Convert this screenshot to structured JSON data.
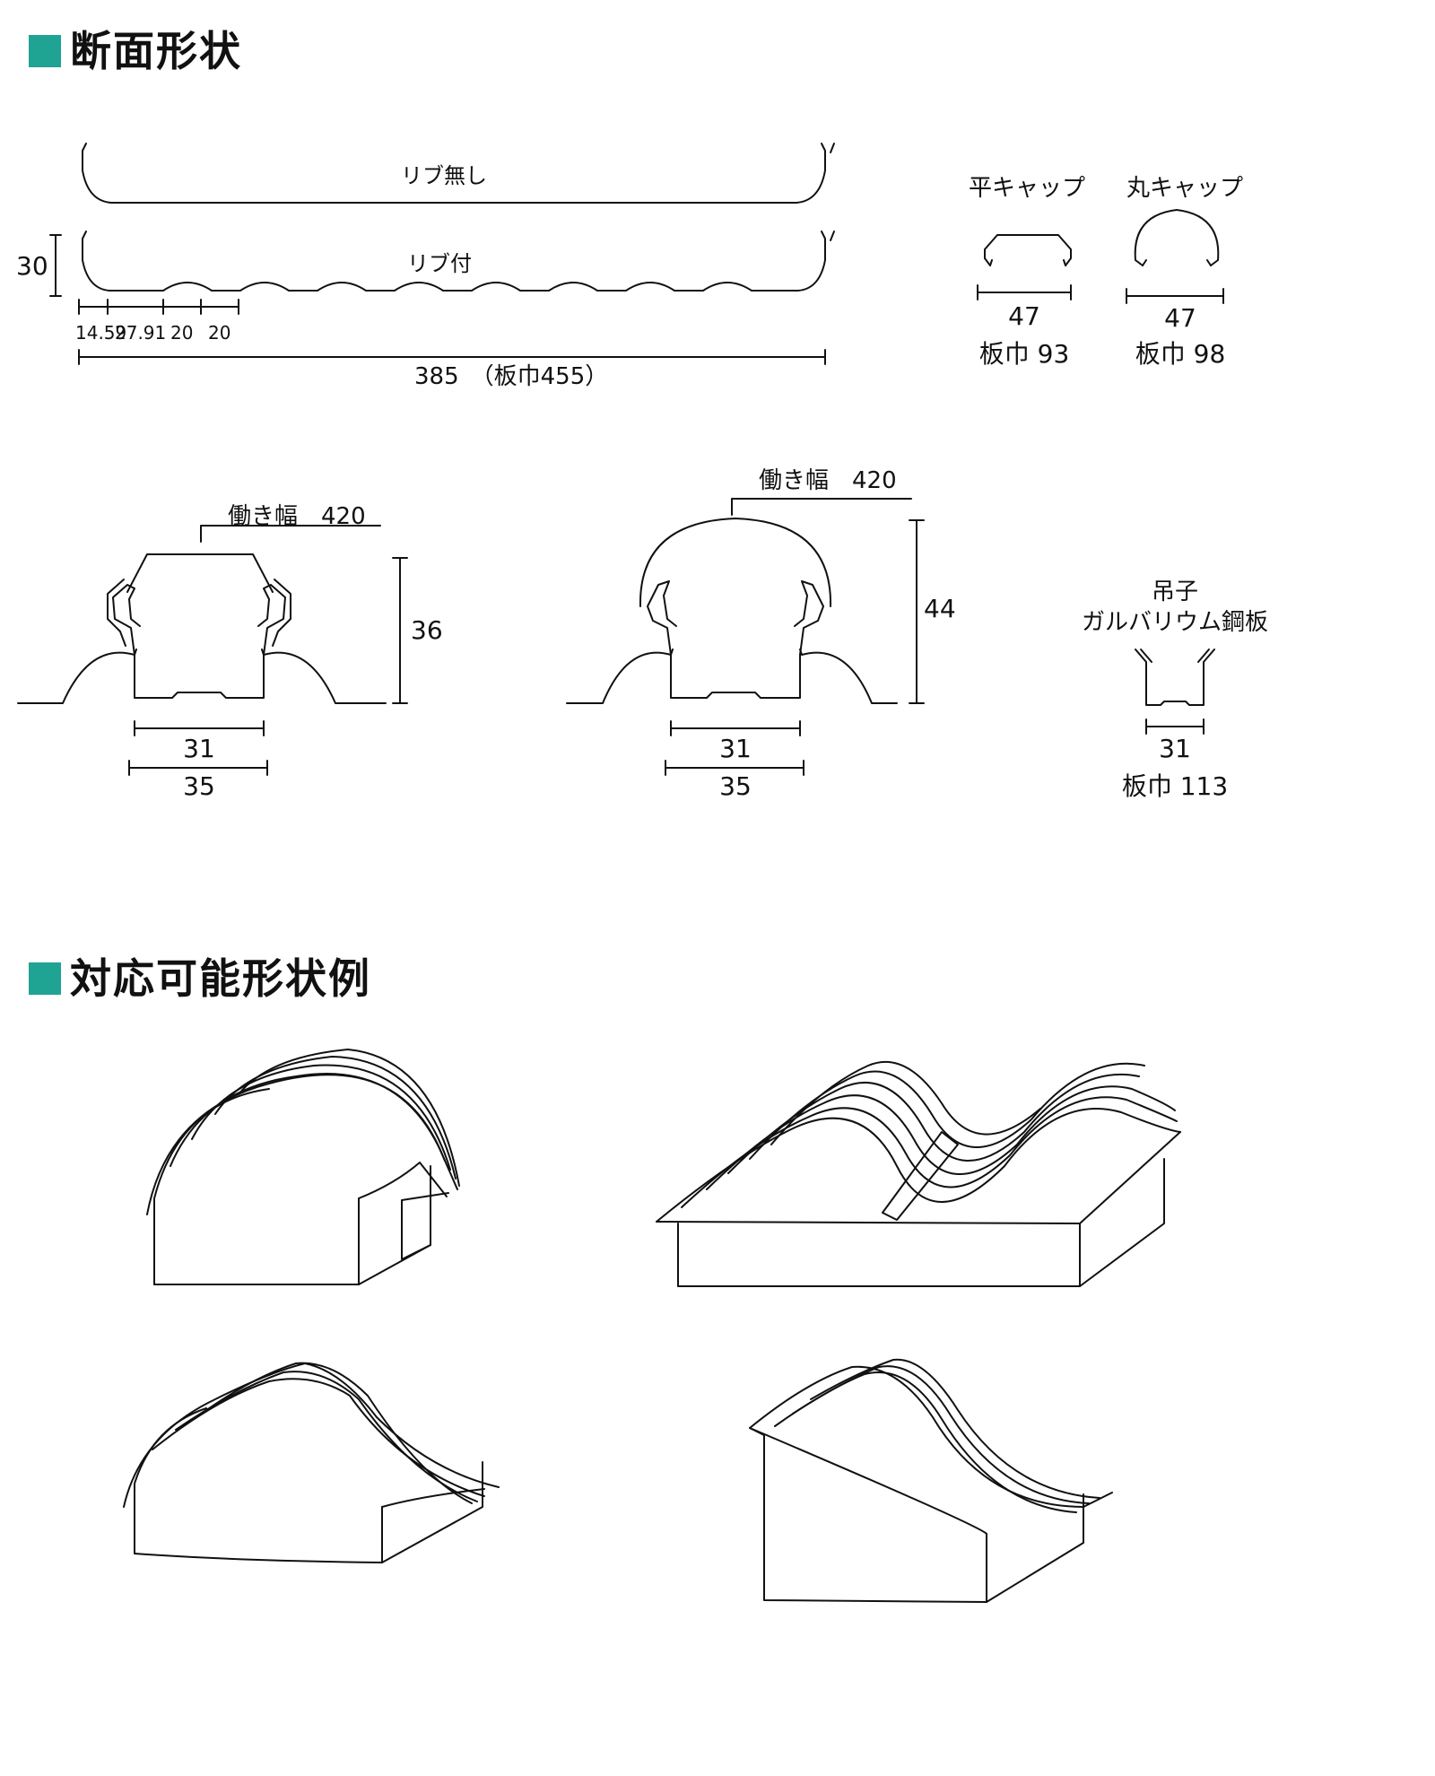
{
  "colors": {
    "accent": "#1fa392",
    "line": "#111111"
  },
  "headings": {
    "cross_section": "断面形状",
    "shape_examples": "対応可能形状例"
  },
  "panel": {
    "rib_none": "リブ無し",
    "rib_with": "リブ付",
    "height": "30",
    "dims": [
      "14.59",
      "27.91",
      "20",
      "20"
    ],
    "overall": "385　（板巾455）"
  },
  "caps": {
    "flat": {
      "label": "平キャップ",
      "dim": "47",
      "sheet": "板巾 93"
    },
    "round": {
      "label": "丸キャップ",
      "dim": "47",
      "sheet": "板巾 98"
    }
  },
  "assemblies": {
    "flat": {
      "work_width": "働き幅　420",
      "height": "36",
      "dim_inner": "31",
      "dim_outer": "35"
    },
    "round": {
      "work_width": "働き幅　420",
      "height": "44",
      "dim_inner": "31",
      "dim_outer": "35"
    }
  },
  "hanger": {
    "title": "吊子",
    "material": "ガルバリウム鋼板",
    "dim": "31",
    "sheet": "板巾 113"
  }
}
